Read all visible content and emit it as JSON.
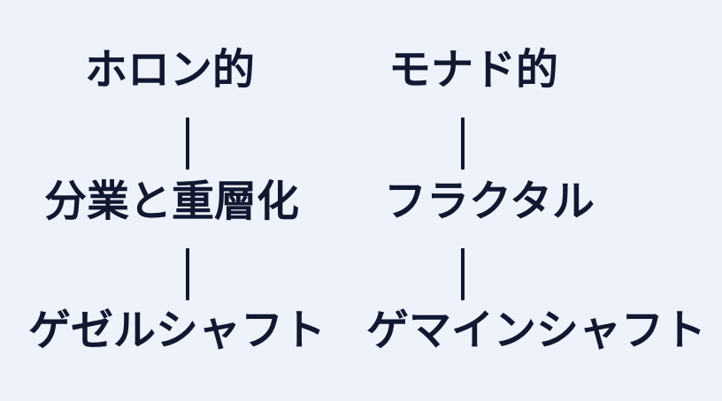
{
  "canvas": {
    "background_color": "#eef2fa",
    "text_color": "#121830"
  },
  "diagram": {
    "left_column": {
      "top": "ホロン的",
      "middle": "分業と重層化",
      "bottom": "ゲゼルシャフト"
    },
    "right_column": {
      "top": "モナド的",
      "middle": "フラクタル",
      "bottom": "ゲマインシャフト"
    },
    "connector_symbol": "｜"
  }
}
